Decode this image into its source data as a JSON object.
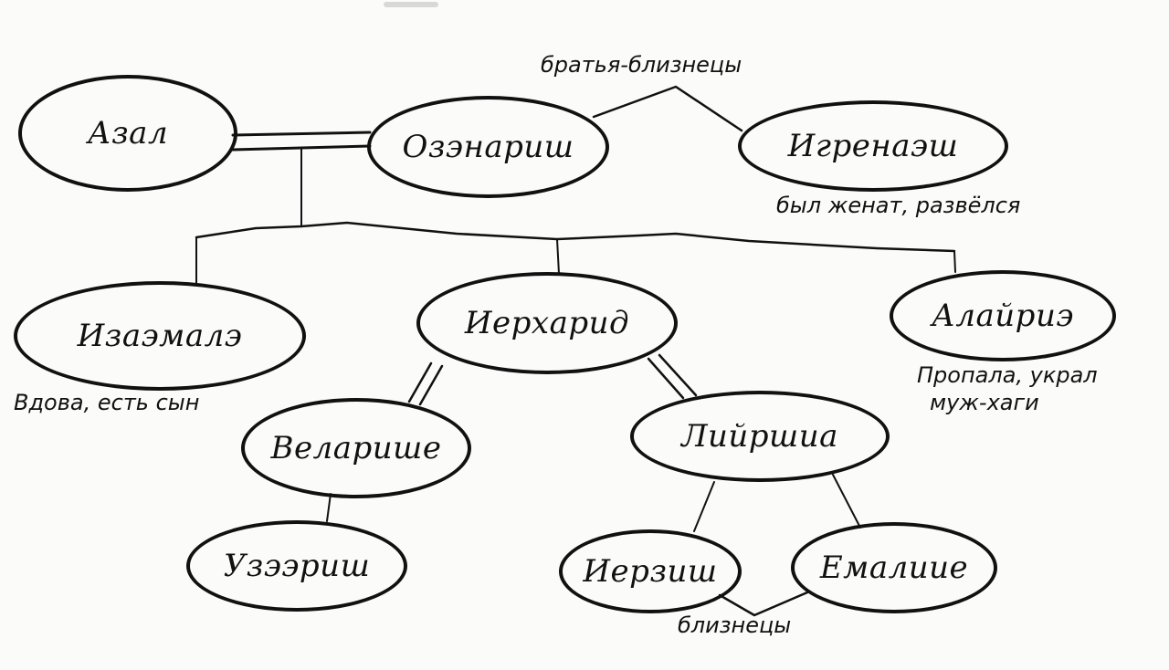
{
  "diagram": {
    "type": "family-tree",
    "style": "hand-drawn",
    "nodes": {
      "azal": "Азал",
      "ozenarish": "Озэнариш",
      "igrenaesh": "Игренаэш",
      "izaemalya": "Изаэмалэ",
      "ierkharid": "Иерхарид",
      "alairia": "Алайриэ",
      "velarish": "Веларише",
      "liirshina": "Лийршиа",
      "uzeerish": "Узээриш",
      "ierzish": "Иерзиш",
      "emaliya": "Емалиие"
    },
    "notes": {
      "twins_top": "братья-близнецы",
      "igrenaesh_note": "был женат, развёлся",
      "izaemalya_note": "Вдова, есть сын",
      "alairia_note_line1": "Пропала, украл",
      "alairia_note_line2": "муж-хаги",
      "twins_bottom": "близнецы"
    },
    "relations": [
      {
        "type": "marriage",
        "from": "azal",
        "to": "ozenarish"
      },
      {
        "type": "twins",
        "from": "ozenarish",
        "to": "igrenaesh",
        "label": "братья-близнецы"
      },
      {
        "type": "children",
        "parents": [
          "azal",
          "ozenarish"
        ],
        "children": [
          "izaemalya",
          "ierkharid",
          "alairia"
        ]
      },
      {
        "type": "marriage",
        "from": "ierkharid",
        "to": "velarish"
      },
      {
        "type": "marriage",
        "from": "ierkharid",
        "to": "liirshina"
      },
      {
        "type": "child",
        "parent": "velarish",
        "child": "uzeerish"
      },
      {
        "type": "children",
        "parent": "liirshina",
        "children": [
          "ierzish",
          "emaliya"
        ]
      },
      {
        "type": "twins",
        "from": "ierzish",
        "to": "emaliya",
        "label": "близнецы"
      }
    ],
    "colors": {
      "ink": "#111111",
      "paper": "#fbfbfa"
    }
  }
}
